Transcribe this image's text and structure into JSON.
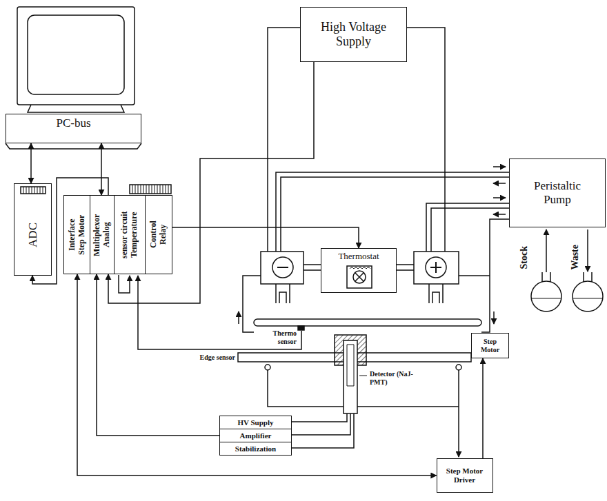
{
  "diagram": {
    "nodes": [
      {
        "text": [
          "PC-bus"
        ]
      },
      {
        "text": [
          "ADC"
        ]
      },
      {
        "text": [
          "Step Motor Interface"
        ]
      },
      {
        "text": [
          "Analog Multiplexor"
        ]
      },
      {
        "text": [
          "Temperature sensor circuit"
        ]
      },
      {
        "text": [
          "Relay Control"
        ]
      },
      {
        "text": [
          "High Voltage Supply"
        ]
      },
      {
        "text": [
          "Peristaltic Pump"
        ]
      },
      {
        "text": [
          "Thermostat"
        ]
      },
      {
        "text": [
          "Step Motor"
        ]
      },
      {
        "text": [
          "HV Supply"
        ]
      },
      {
        "text": [
          "Amplifier"
        ]
      },
      {
        "text": [
          "Stabilization"
        ]
      },
      {
        "text": [
          "Step Motor Driver"
        ]
      }
    ],
    "edges": [
      {
        "from": 0,
        "to": 1,
        "arrow": "both"
      },
      {
        "from": 0,
        "to": 3,
        "arrow": "both"
      },
      {
        "from": 3,
        "to": 1,
        "arrow": "to"
      },
      {
        "from": 5,
        "to": 8,
        "arrow": "to"
      },
      {
        "from": 6,
        "to": 3,
        "arrow": "to"
      },
      {
        "from": 13,
        "to": 2,
        "arrow": "both"
      },
      {
        "from": 11,
        "to": 3,
        "arrow": "to"
      },
      {
        "from": 13,
        "to": 9,
        "arrow": "to"
      }
    ],
    "labels": [
      "Thermo sensor",
      "Edge sensor",
      "Detector (NaJ-PMT)",
      "Stock",
      "Waste"
    ]
  }
}
